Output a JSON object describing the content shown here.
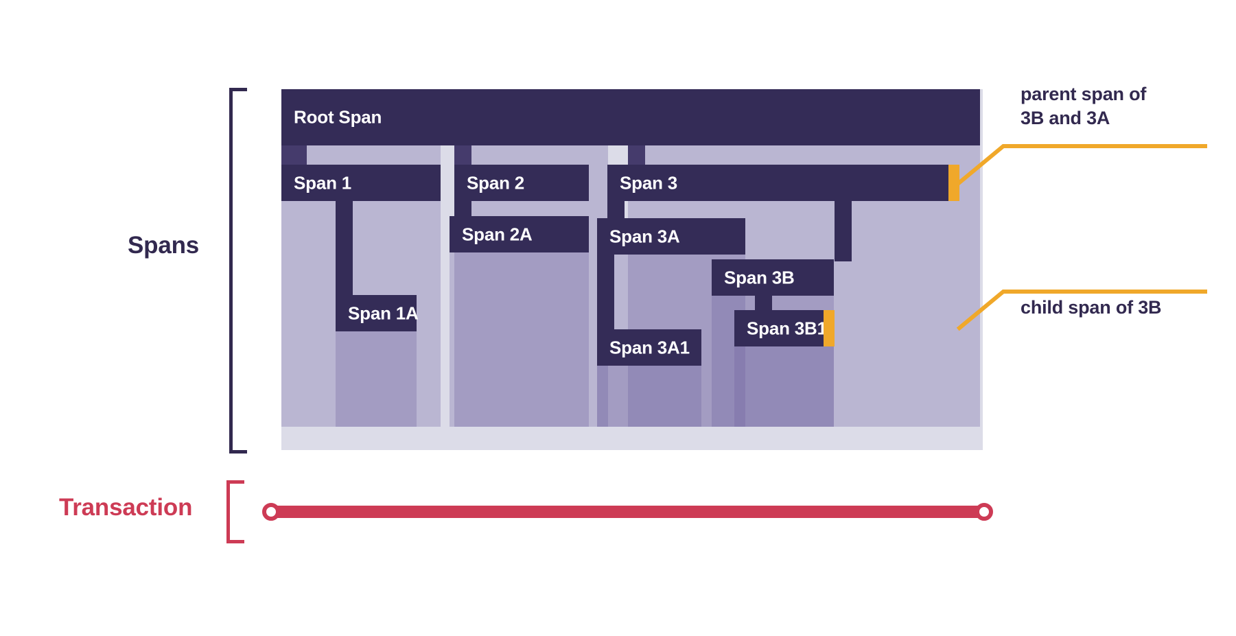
{
  "diagram": {
    "title": "Spans and Transaction trace diagram",
    "labels": {
      "spans": "Spans",
      "transaction": "Transaction"
    },
    "colors": {
      "span_bar": "#342c57",
      "span_body_tint": "#6e60a0",
      "panel_background": "#dcdce8",
      "spans_bracket": "#32294f",
      "transaction": "#cd3b55",
      "callout_marker": "#f0a82a",
      "callout_text": "#32294f",
      "span_label_text": "#ffffff"
    },
    "spans": [
      {
        "id": "root",
        "label": "Root Span",
        "depth": 0
      },
      {
        "id": "s1",
        "label": "Span 1",
        "depth": 1
      },
      {
        "id": "s1a",
        "label": "Span 1A",
        "depth": 2
      },
      {
        "id": "s2",
        "label": "Span 2",
        "depth": 1
      },
      {
        "id": "s2a",
        "label": "Span 2A",
        "depth": 2
      },
      {
        "id": "s3",
        "label": "Span 3",
        "depth": 1
      },
      {
        "id": "s3a",
        "label": "Span 3A",
        "depth": 2
      },
      {
        "id": "s3a1",
        "label": "Span 3A1",
        "depth": 3
      },
      {
        "id": "s3b",
        "label": "Span 3B",
        "depth": 2
      },
      {
        "id": "s3b1",
        "label": "Span 3B1",
        "depth": 3
      }
    ],
    "callouts": [
      {
        "id": "c1",
        "line1": "parent span of",
        "line2": "3B and 3A",
        "target": "Span 3"
      },
      {
        "id": "c2",
        "line1": "child span of 3B",
        "line2": "",
        "target": "Span 3B1"
      }
    ]
  }
}
